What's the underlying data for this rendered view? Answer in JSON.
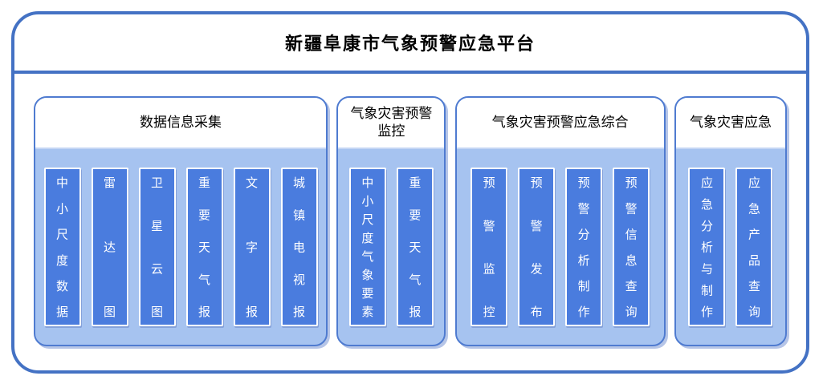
{
  "title": "新疆阜康市气象预警应急平台",
  "colors": {
    "frame_border": "#4472C4",
    "section_border": "#4F7BD0",
    "section_body": "#A6C3F0",
    "header_bg": "#FFFFFF",
    "bar_fill": "#4A7CDE",
    "bar_text": "#FFFFFF",
    "title_text": "#000000"
  },
  "sections": [
    {
      "header": "数据信息采集",
      "items": [
        "中小尺度数据",
        "雷达图",
        "卫星云图",
        "重要天气报",
        "文字报",
        "城镇电视报"
      ]
    },
    {
      "header": "气象灾害预警监控",
      "items": [
        "中小尺度气象要素",
        "重要天气报"
      ]
    },
    {
      "header": "气象灾害预警应急综合",
      "items": [
        "预警监控",
        "预警发布",
        "预警分析制作",
        "预警信息查询"
      ]
    },
    {
      "header": "气象灾害应急",
      "items": [
        "应急分析与制作",
        "应急产品查询"
      ]
    }
  ]
}
